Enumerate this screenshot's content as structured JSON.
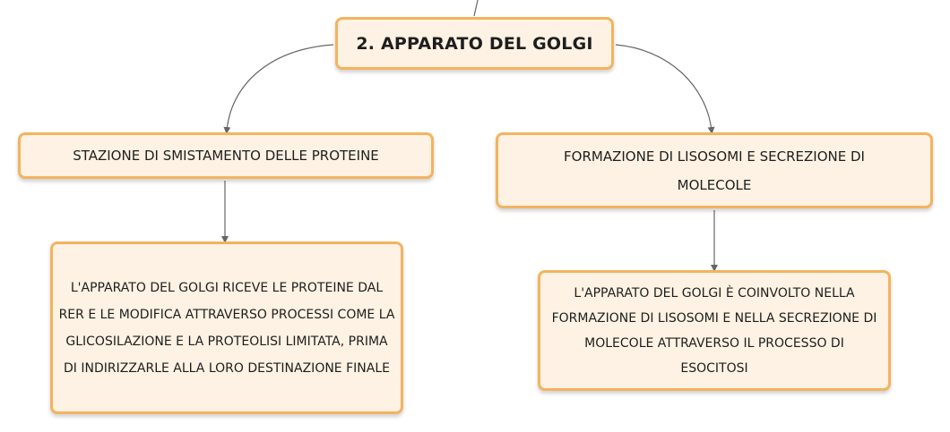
{
  "diagram": {
    "root": {
      "label": "2. APPARATO DEL GOLGI"
    },
    "left_branch": {
      "topic": "STAZIONE DI SMISTAMENTO DELLE PROTEINE",
      "detail": "L'APPARATO DEL GOLGI RICEVE LE PROTEINE DAL RER E LE MODIFICA ATTRAVERSO PROCESSI COME LA GLICOSILAZIONE E LA PROTEOLISI LIMITATA, PRIMA DI INDIRIZZARLE ALLA LORO DESTINAZIONE FINALE"
    },
    "right_branch": {
      "topic": "FORMAZIONE DI LISOSOMI E SECREZIONE DI MOLECOLE",
      "detail": "L'APPARATO DEL GOLGI È COINVOLTO NELLA FORMAZIONE DI LISOSOMI E NELLA SECREZIONE DI MOLECOLE ATTRAVERSO IL PROCESSO DI ESOCITOSI"
    }
  },
  "colors": {
    "node_fill": "#fdf2e3",
    "node_border": "#f4b35e",
    "connector": "#666666",
    "text": "#1e1e1e"
  }
}
